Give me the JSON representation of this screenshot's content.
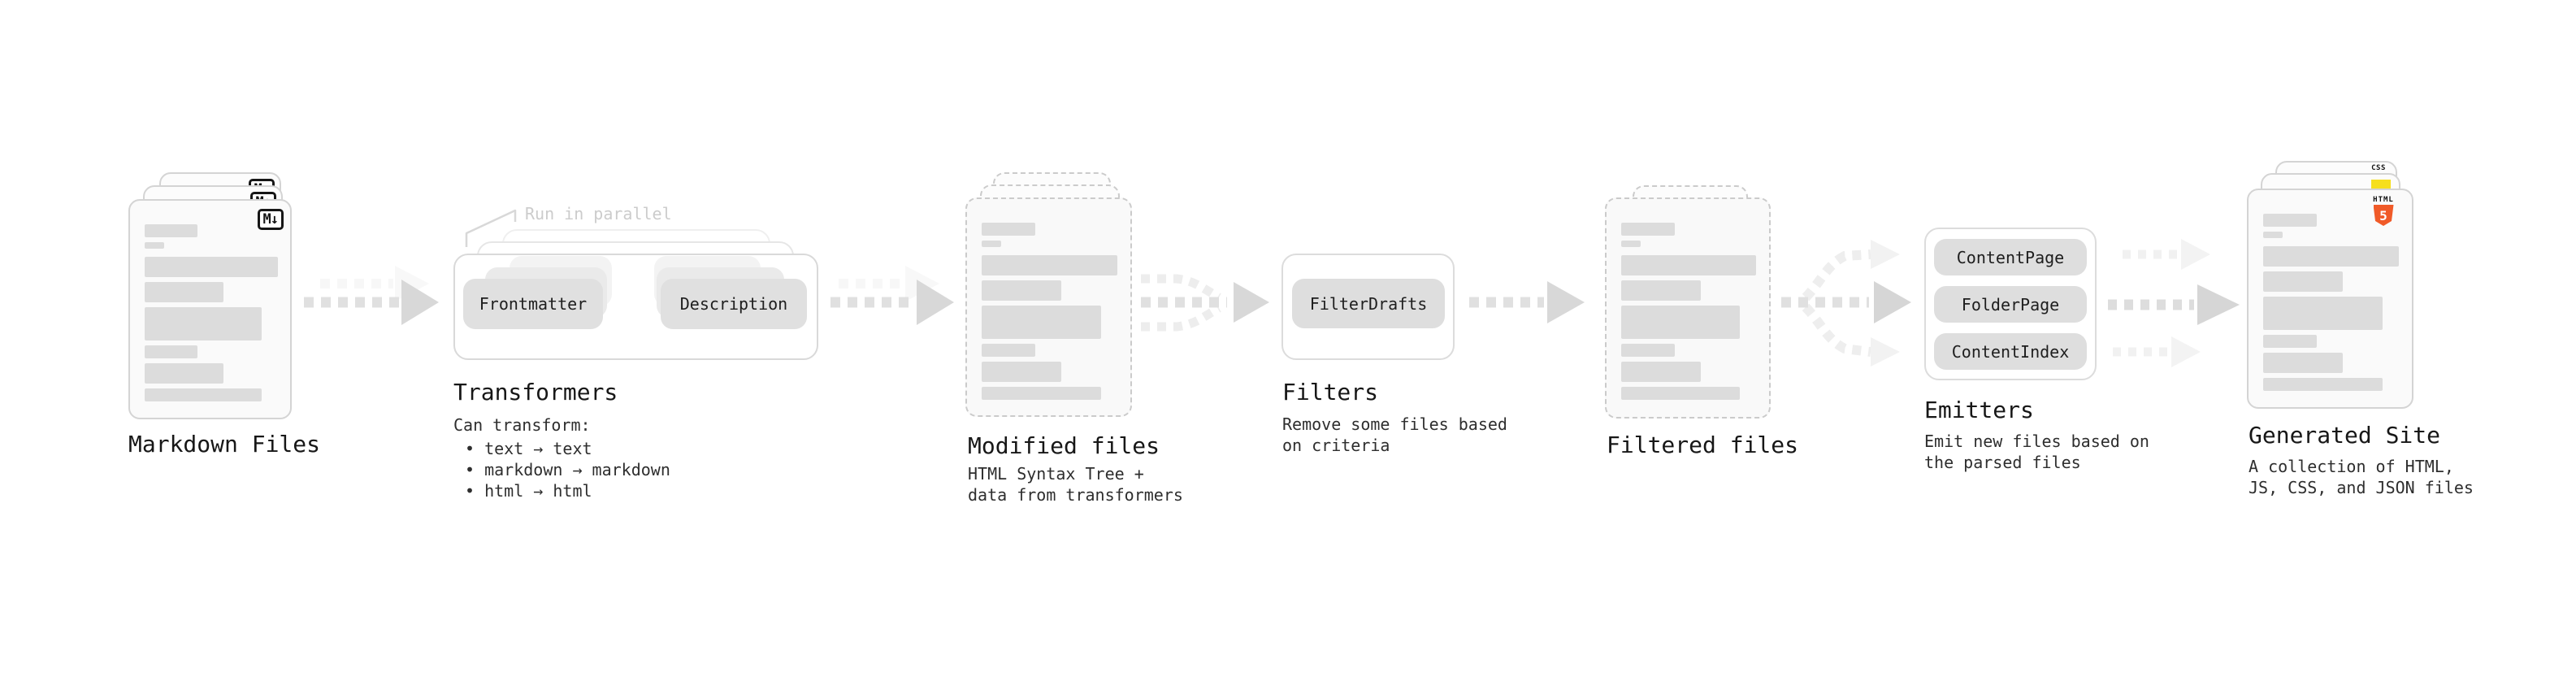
{
  "diagram": {
    "note_run_parallel": "Run in parallel",
    "stages": [
      {
        "id": "markdown-files",
        "title": "Markdown Files",
        "badge": "M↓",
        "body": []
      },
      {
        "id": "transformers",
        "title": "Transformers",
        "pills": [
          "Frontmatter",
          "Description"
        ],
        "body": [
          "Can transform:",
          "• text → text",
          "• markdown → markdown",
          "• html → html"
        ]
      },
      {
        "id": "modified-files",
        "title": "Modified files",
        "body": [
          "HTML Syntax Tree +",
          "data from transformers"
        ]
      },
      {
        "id": "filters",
        "title": "Filters",
        "pills": [
          "FilterDrafts"
        ],
        "body": [
          "Remove some files based",
          "on criteria"
        ]
      },
      {
        "id": "filtered-files",
        "title": "Filtered files",
        "body": []
      },
      {
        "id": "emitters",
        "title": "Emitters",
        "pills": [
          "ContentPage",
          "FolderPage",
          "ContentIndex"
        ],
        "body": [
          "Emit new files based on",
          "the parsed files"
        ]
      },
      {
        "id": "generated-site",
        "title": "Generated Site",
        "body": [
          "A collection of HTML,",
          "JS, CSS, and JSON files"
        ],
        "badges": {
          "html_word": "HTML",
          "html_number": "5",
          "css_word": "CSS"
        }
      }
    ],
    "colors": {
      "arrow_dash": "#e0e0e0",
      "arrow_head": "#d8d8d8",
      "arrow_ghost": "#f1f1f1",
      "html5_orange": "#f05a28",
      "js_yellow": "#f6df1d",
      "css_blue": "#2b6af3",
      "card_border": "#d4d4d4",
      "pill_fill": "#dedede",
      "bar_fill": "#dcdcdc"
    }
  }
}
